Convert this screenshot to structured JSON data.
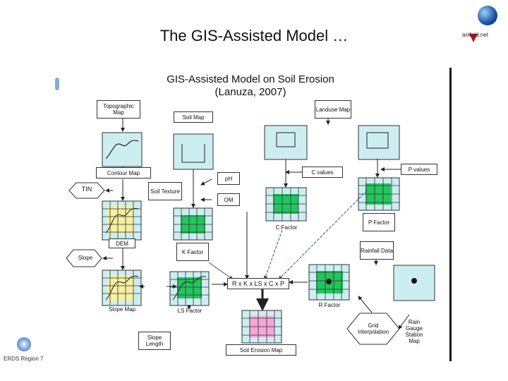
{
  "slide": {
    "title": "The GIS-Assisted Model …",
    "footer": "ERDS Region 7",
    "logo_text": "anifold.net"
  },
  "diagram": {
    "title_line1": "GIS-Assisted Model on Soil Erosion",
    "title_line2": "(Lanuza, 2007)",
    "labels": {
      "topographic_map": "Topographic Map",
      "soil_map": "Soil Map",
      "landuse_map": "Landuse Map",
      "contour_map": "Contour Map",
      "ph": "pH",
      "c_values": "C values",
      "p_values": "P values",
      "tin": "TIN",
      "soil_texture": "Soil Texture",
      "om": "OM",
      "c_factor": "C Factor",
      "p_factor": "P Factor",
      "dem": "DEM",
      "k_factor": "K Factor",
      "rainfall_data": "Rainfall Data",
      "slope": "Slope",
      "formula": "R x K x LS x C x P",
      "slope_map": "Slope Map",
      "ls_factor": "LS Factor",
      "r_factor": "R Factor",
      "grid_interpolation": "Grid Interpolation",
      "rain_gauge": "Rain Gauge Station Map",
      "slope_length": "Slope Length",
      "soil_erosion_map": "Soil Erosion Map"
    },
    "colors": {
      "grid_fill": "#cdeef0",
      "green": "#22c55e",
      "yellow": "#f6f0a0",
      "pink": "#f4a6d7"
    }
  }
}
